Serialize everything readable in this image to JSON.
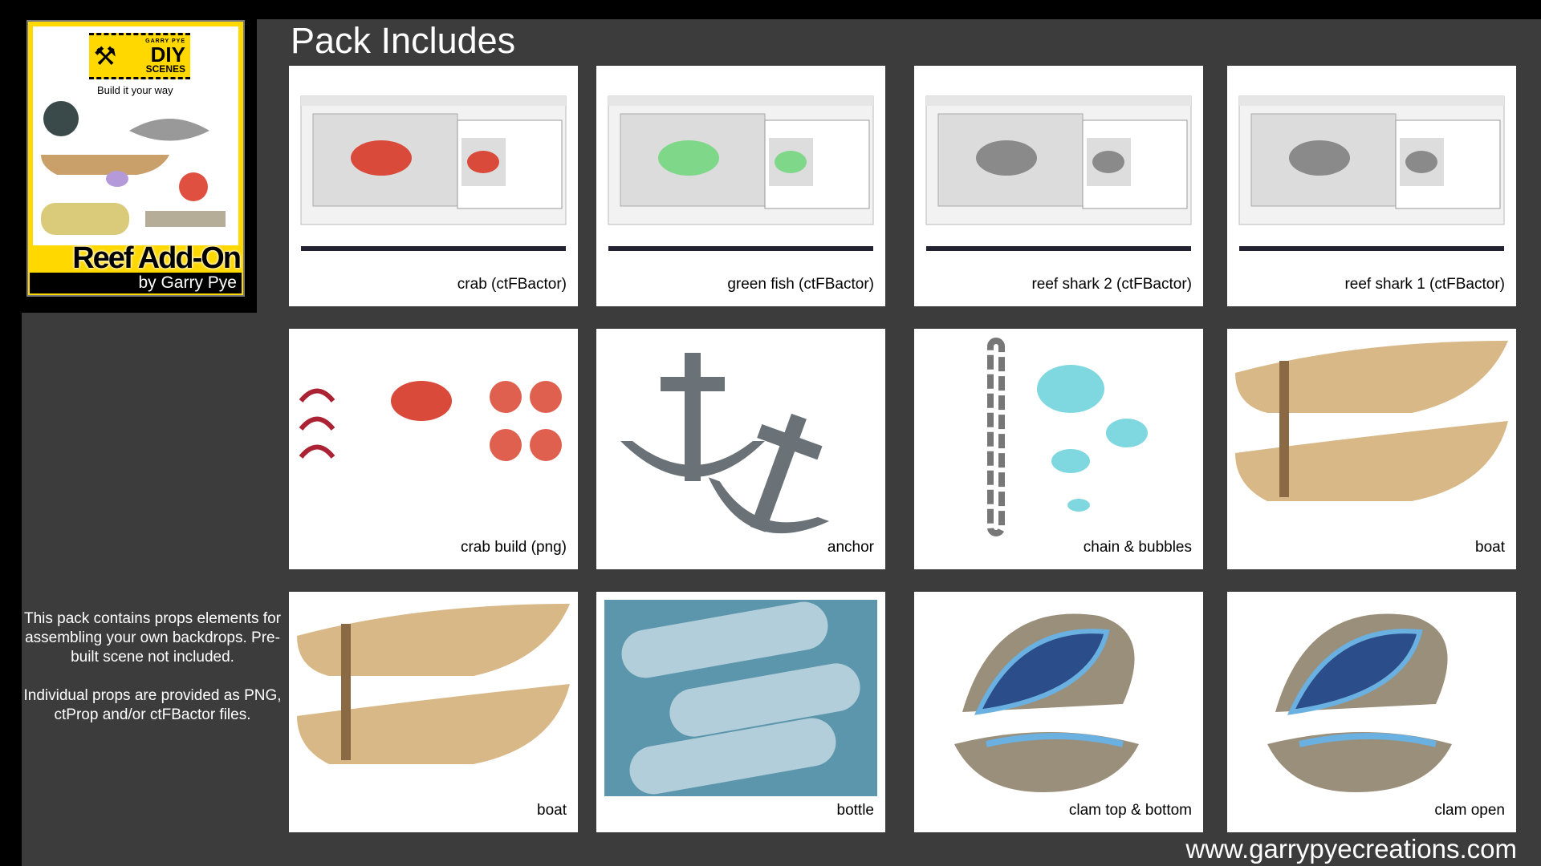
{
  "logo": {
    "brand_top": "GARRY PYE",
    "brand_main": "DIY",
    "brand_sub": "SCENES",
    "tagline": "Build it your way",
    "product": "Reef Add-On",
    "byline": "by Garry Pye"
  },
  "title": "Pack Includes",
  "items": [
    {
      "caption": "crab (ctFBactor)",
      "kind": "screenshot",
      "accent": "#d94a3a"
    },
    {
      "caption": "green fish (ctFBactor)",
      "kind": "screenshot",
      "accent": "#7fd88a"
    },
    {
      "caption": "reef shark 2 (ctFBactor)",
      "kind": "screenshot",
      "accent": "#8a8a8a"
    },
    {
      "caption": "reef shark 1 (ctFBactor)",
      "kind": "screenshot",
      "accent": "#8a8a8a"
    },
    {
      "caption": "crab build (png)",
      "kind": "crab"
    },
    {
      "caption": "anchor",
      "kind": "anchor"
    },
    {
      "caption": "chain & bubbles",
      "kind": "chain"
    },
    {
      "caption": "boat",
      "kind": "boat"
    },
    {
      "caption": "boat",
      "kind": "boat"
    },
    {
      "caption": "bottle",
      "kind": "bottle"
    },
    {
      "caption": "clam top & bottom",
      "kind": "clam"
    },
    {
      "caption": "clam open",
      "kind": "clam"
    }
  ],
  "info": [
    "This pack contains props elements for assembling your own backdrops. Pre-built scene not included.",
    "Individual props are provided as PNG, ctProp and/or ctFBactor files."
  ],
  "url": "www.garrypyecreations.com"
}
